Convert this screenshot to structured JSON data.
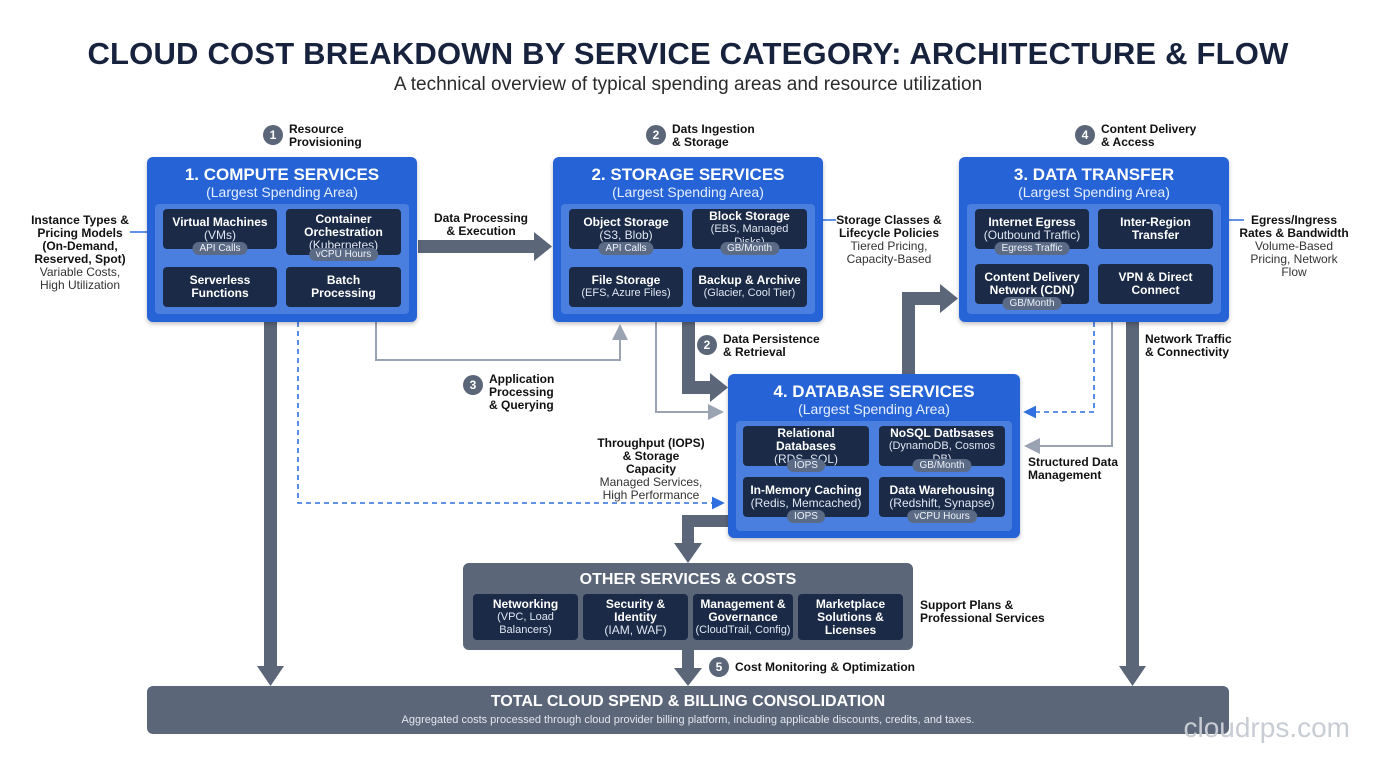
{
  "title": "CLOUD COST BREAKDOWN BY SERVICE CATEGORY: ARCHITECTURE & FLOW",
  "subtitle": "A technical overview of typical spending areas and resource utilization",
  "steps": [
    {
      "num": "1",
      "line1": "Resource",
      "line2": "Provisioning"
    },
    {
      "num": "2",
      "line1": "Dats Ingestion",
      "line2": "& Storage"
    },
    {
      "num": "4",
      "line1": "Content Delivery",
      "line2": "& Access"
    },
    {
      "num": "2",
      "line1": "Data Persistence",
      "line2": "& Retrieval"
    },
    {
      "num": "3",
      "line1": "Application",
      "line2": "Processing",
      "line3": "& Querying"
    },
    {
      "num": "5",
      "line1": "Cost Monitoring & Optimization"
    }
  ],
  "compute": {
    "title": "1. COMPUTE SERVICES",
    "sub": "(Largest Spending Area)",
    "cards": [
      {
        "name": "Virtual Machines",
        "sub": "(VMs)",
        "badge": "API Calls"
      },
      {
        "name": "Container Orchestration",
        "sub": "(Kubernetes)",
        "badge": "vCPU Hours"
      },
      {
        "name": "Serverless Functions",
        "sub": "",
        "badge": ""
      },
      {
        "name": "Batch Processing",
        "sub": "",
        "badge": ""
      }
    ]
  },
  "storage": {
    "title": "2. STORAGE SERVICES",
    "sub": "(Largest Spending Area)",
    "cards": [
      {
        "name": "Object Storage",
        "sub": "(S3, Blob)",
        "badge": "API Calls"
      },
      {
        "name": "Block Storage",
        "sub": "(EBS, Managed Disks)",
        "badge": "GB/Month"
      },
      {
        "name": "File Storage",
        "sub": "(EFS, Azure Files)",
        "badge": ""
      },
      {
        "name": "Backup & Archive",
        "sub": "(Glacier, Cool Tier)",
        "badge": ""
      }
    ]
  },
  "transfer": {
    "title": "3. DATA TRANSFER",
    "sub": "(Largest Spending Area)",
    "cards": [
      {
        "name": "Internet Egress",
        "sub": "(Outbound Traffic)",
        "badge": "Egress Traffic"
      },
      {
        "name": "Inter-Region Transfer",
        "sub": "",
        "badge": ""
      },
      {
        "name": "Content Delivery Network (CDN)",
        "sub": "",
        "badge": "GB/Month"
      },
      {
        "name": "VPN & Direct Connect",
        "sub": "",
        "badge": ""
      }
    ]
  },
  "database": {
    "title": "4. DATABASE SERVICES",
    "sub": "(Largest Spending Area)",
    "cards": [
      {
        "name": "Relational Databases",
        "sub": "(RDS, SQL)",
        "badge": "IOPS"
      },
      {
        "name": "NoSQL Datbsases",
        "sub": "(DynamoDB, Cosmos DB)",
        "badge": "GB/Month"
      },
      {
        "name": "In-Memory Caching",
        "sub": "(Redis, Memcached)",
        "badge": "IOPS"
      },
      {
        "name": "Data Warehousing",
        "sub": "(Redshift, Synapse)",
        "badge": "vCPU Hours"
      }
    ]
  },
  "other": {
    "title": "OTHER SERVICES & COSTS",
    "cards": [
      {
        "name": "Networking",
        "sub": "(VPC, Load Balancers)"
      },
      {
        "name": "Security & Identity",
        "sub": "(IAM, WAF)"
      },
      {
        "name": "Management & Governance",
        "sub": "(CloudTrail, Config)"
      },
      {
        "name": "Marketplace Solutions & Licenses",
        "sub": ""
      }
    ]
  },
  "labels": {
    "instance_b1": "Instance Types &",
    "instance_b2": "Pricing Models",
    "instance_b3": "(On-Demand,",
    "instance_b4": "Reserved, Spot)",
    "instance_p1": "Variable Costs,",
    "instance_p2": "High Utilization",
    "dataproc_1": "Data Processing",
    "dataproc_2": "& Execution",
    "storclass_1": "Storage Classes &",
    "storclass_2": "Lifecycle Policies",
    "storclass_p1": "Tiered Pricing,",
    "storclass_p2": "Capacity-Based",
    "egress_1": "Egress/Ingress",
    "egress_2": "Rates & Bandwidth",
    "egress_p1": "Volume-Based",
    "egress_p2": "Pricing, Network Flow",
    "nettraffic_1": "Network Traffic",
    "nettraffic_2": "& Connectivity",
    "throughput_1": "Throughput (IOPS)",
    "throughput_2": "& Storage Capacity",
    "throughput_p1": "Managed Services,",
    "throughput_p2": "High Performance",
    "structured_1": "Structured Data",
    "structured_2": "Management",
    "support_1": "Support Plans &",
    "support_2": "Professional Services"
  },
  "total": {
    "title": "TOTAL CLOUD SPEND & BILLING CONSOLIDATION",
    "sub": "Aggregated costs processed through cloud provider billing platform, including applicable discounts, credits, and taxes."
  },
  "watermark": "cloudrps.com",
  "colors": {
    "panel_blue": "#2563d6",
    "card_dark": "#1b2a46",
    "slate": "#5b6679",
    "connector": "#9aa3b2",
    "dashed": "#2f6fe0"
  }
}
